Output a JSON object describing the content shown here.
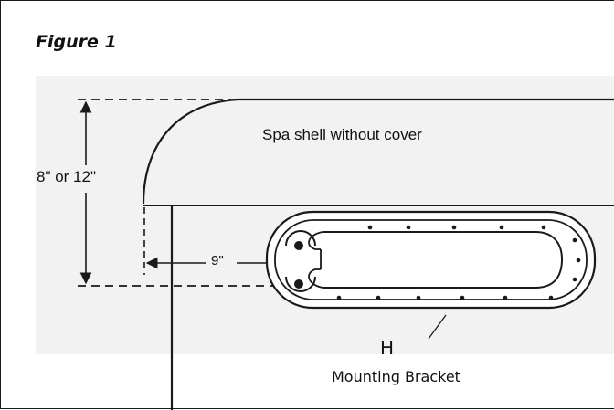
{
  "figure": {
    "title": "Figure 1",
    "shell_label": "Spa shell without cover",
    "height_dimension": "8\" or 12\"",
    "offset_dimension": "9\"",
    "part_letter": "H",
    "part_label": "Mounting Bracket"
  },
  "colors": {
    "line": "#1a1a1a",
    "diagram_background": "#f2f2f2",
    "page_background": "#ffffff"
  }
}
